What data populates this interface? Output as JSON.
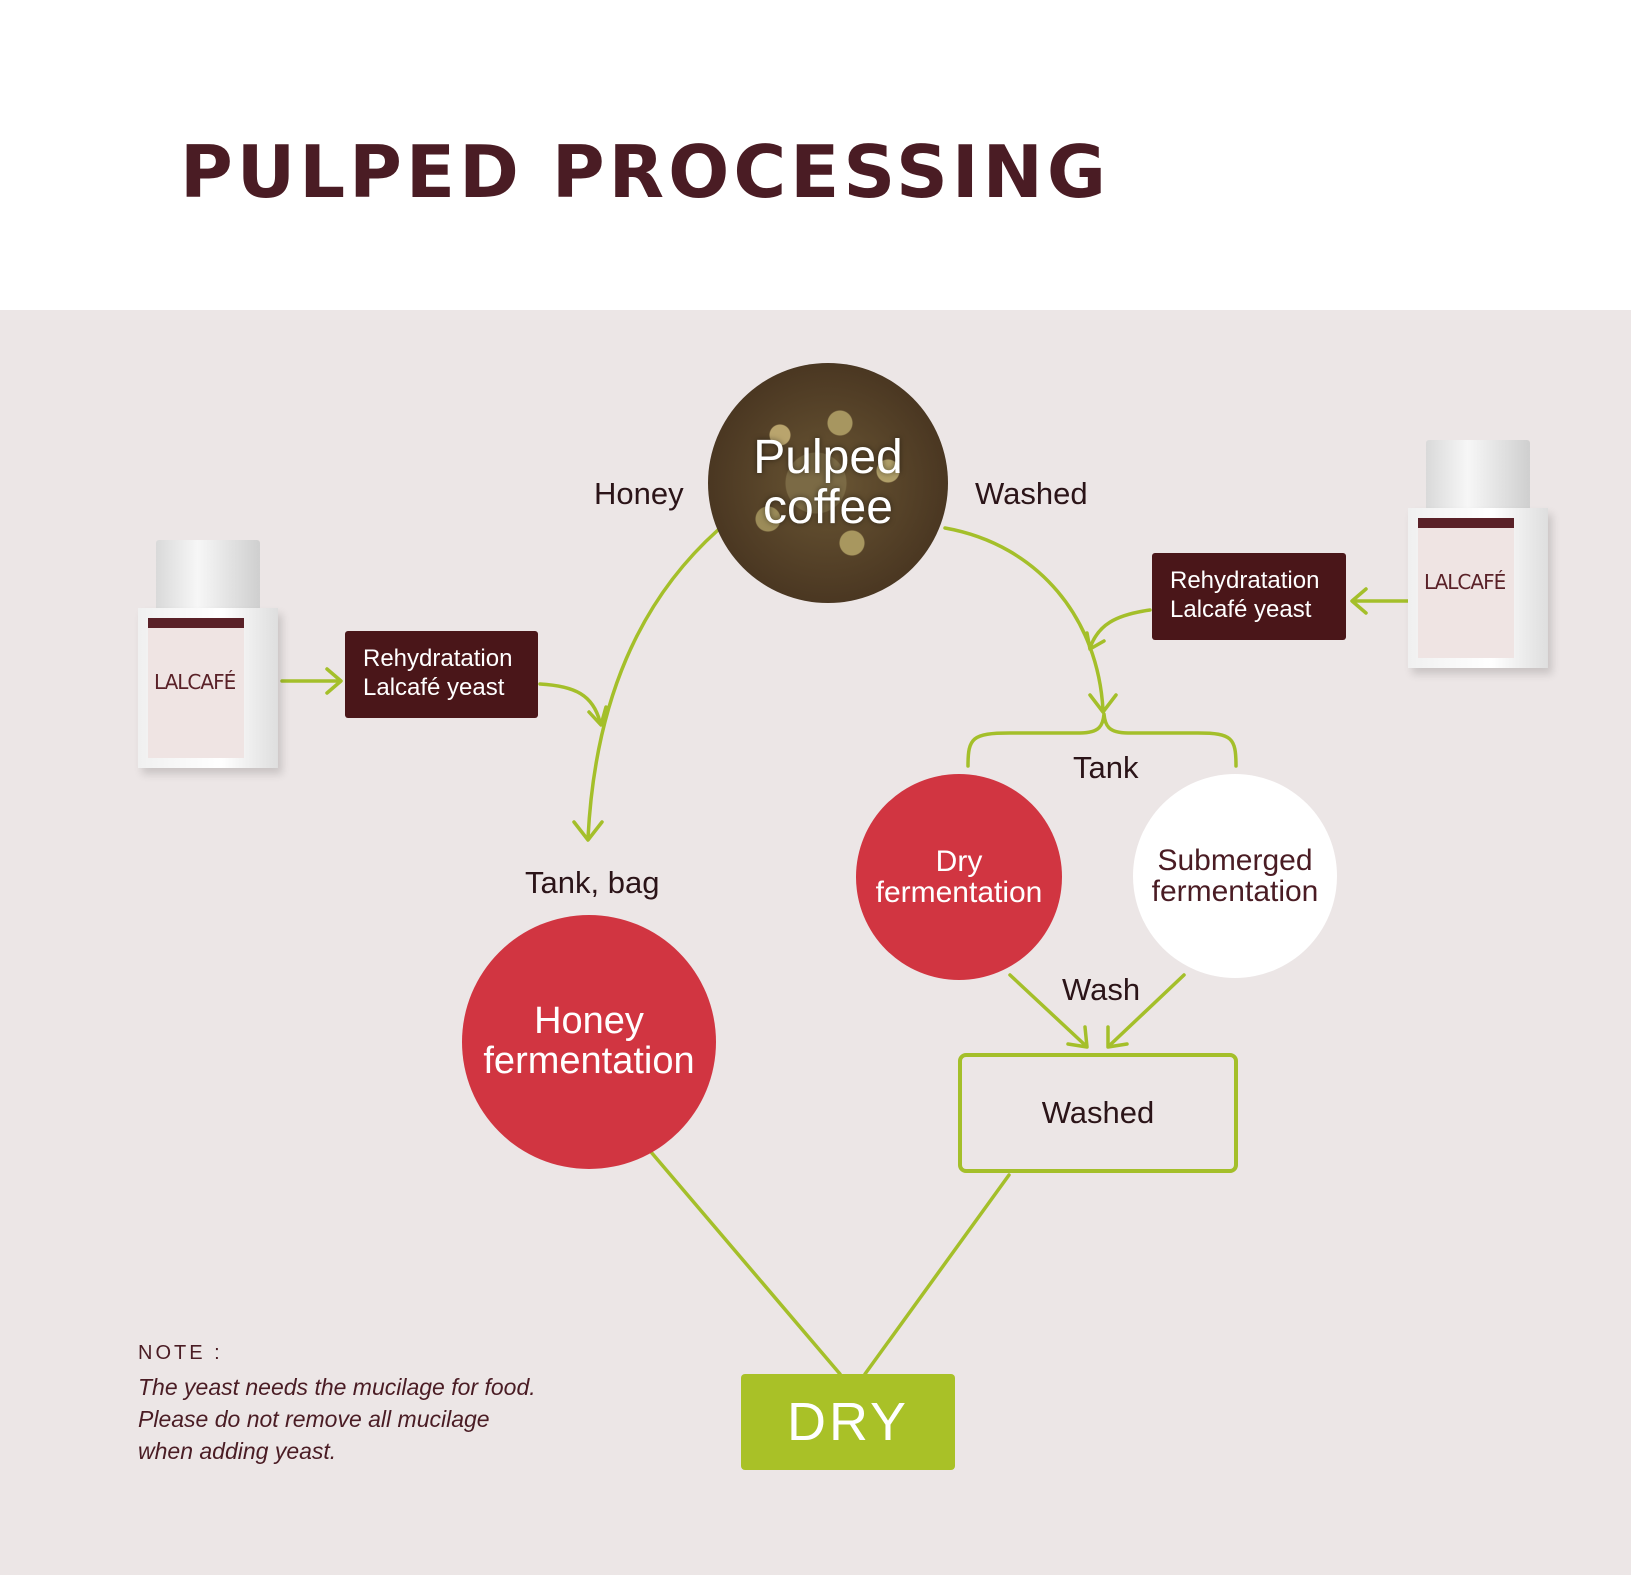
{
  "title": "PULPED PROCESSING",
  "colors": {
    "title": "#4a1c24",
    "panel_bg": "#ece6e6",
    "arrow_green": "#a4bf2a",
    "red_circle": "#d13541",
    "dark_box": "#4a1619",
    "dry_box": "#a9c127"
  },
  "center_node": {
    "line1": "Pulped",
    "line2": "coffee"
  },
  "branch_labels": {
    "honey": "Honey",
    "washed": "Washed"
  },
  "yeast_left": {
    "line1": "Rehydratation",
    "line2": "Lalcafé yeast",
    "brand": "LALCAFÉ"
  },
  "yeast_right": {
    "line1": "Rehydratation",
    "line2": "Lalcafé yeast",
    "brand": "LALCAFÉ"
  },
  "honey_branch": {
    "container_label": "Tank, bag",
    "node_line1": "Honey",
    "node_line2": "fermentation"
  },
  "washed_branch": {
    "container_label": "Tank",
    "dry_ferm_line1": "Dry",
    "dry_ferm_line2": "fermentation",
    "sub_ferm_line1": "Submerged",
    "sub_ferm_line2": "fermentation",
    "wash_label": "Wash",
    "washed_box": "Washed"
  },
  "final_node": "DRY",
  "note": {
    "heading": "NOTE :",
    "line1": "The yeast needs the mucilage for food.",
    "line2": "Please do not remove all mucilage",
    "line3": "when adding yeast."
  }
}
